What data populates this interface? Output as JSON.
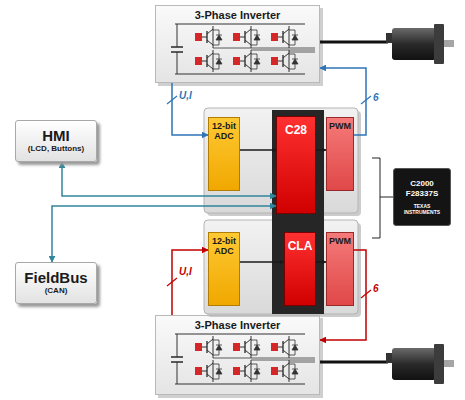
{
  "diagram": {
    "nodes": [
      {
        "text": [
          "3-Phase Inverter"
        ]
      },
      {
        "text": [
          "12-bit ADC"
        ]
      },
      {
        "text": [
          "C28"
        ]
      },
      {
        "text": [
          "PWM"
        ]
      },
      {
        "text": [
          "HMI",
          "(LCD, Buttons)"
        ]
      },
      {
        "text": [
          "C2000 F28337S",
          "TEXAS INSTRUMENTS"
        ]
      },
      {
        "text": [
          "FieldBus",
          "(CAN)"
        ]
      },
      {
        "text": [
          "12-bit ADC"
        ]
      },
      {
        "text": [
          "CLA"
        ]
      },
      {
        "text": [
          "PWM"
        ]
      },
      {
        "text": [
          "3-Phase Inverter"
        ]
      }
    ],
    "edges": [
      {
        "from": 0,
        "to": 1,
        "arrow": "to",
        "label": "U,I"
      },
      {
        "from": 3,
        "to": 0,
        "arrow": "to",
        "label": "6"
      },
      {
        "from": 1,
        "to": 2,
        "arrow": "to"
      },
      {
        "from": 2,
        "to": 3,
        "arrow": "to"
      },
      {
        "from": 4,
        "to": 2,
        "arrow": "both"
      },
      {
        "from": 6,
        "to": 2,
        "arrow": "both"
      },
      {
        "from": 7,
        "to": 8,
        "arrow": "to"
      },
      {
        "from": 8,
        "to": 9,
        "arrow": "to"
      },
      {
        "from": 10,
        "to": 7,
        "arrow": "to",
        "label": "U,I"
      },
      {
        "from": 9,
        "to": 10,
        "arrow": "to",
        "label": "6"
      }
    ]
  }
}
